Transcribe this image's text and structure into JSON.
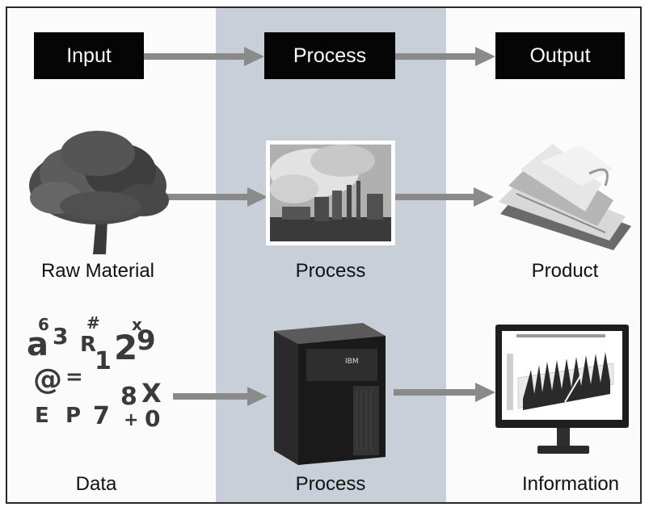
{
  "headers": {
    "input": "Input",
    "process": "Process",
    "output": "Output"
  },
  "rows": {
    "material": {
      "input_label": "Raw Material",
      "process_label": "Process",
      "output_label": "Product"
    },
    "data": {
      "input_label": "Data",
      "process_label": "Process",
      "output_label": "Information"
    }
  },
  "server_logo": "IBM",
  "data_chars": [
    "6",
    "a",
    "3",
    "R",
    "#",
    "x",
    "2",
    "9",
    "1",
    "@",
    "=",
    "8",
    "X",
    "E",
    "P",
    "7",
    "+",
    "0"
  ],
  "colors": {
    "header_box": "#050505",
    "band": "#c9cfd8",
    "arrow": "#8a8a8a"
  }
}
